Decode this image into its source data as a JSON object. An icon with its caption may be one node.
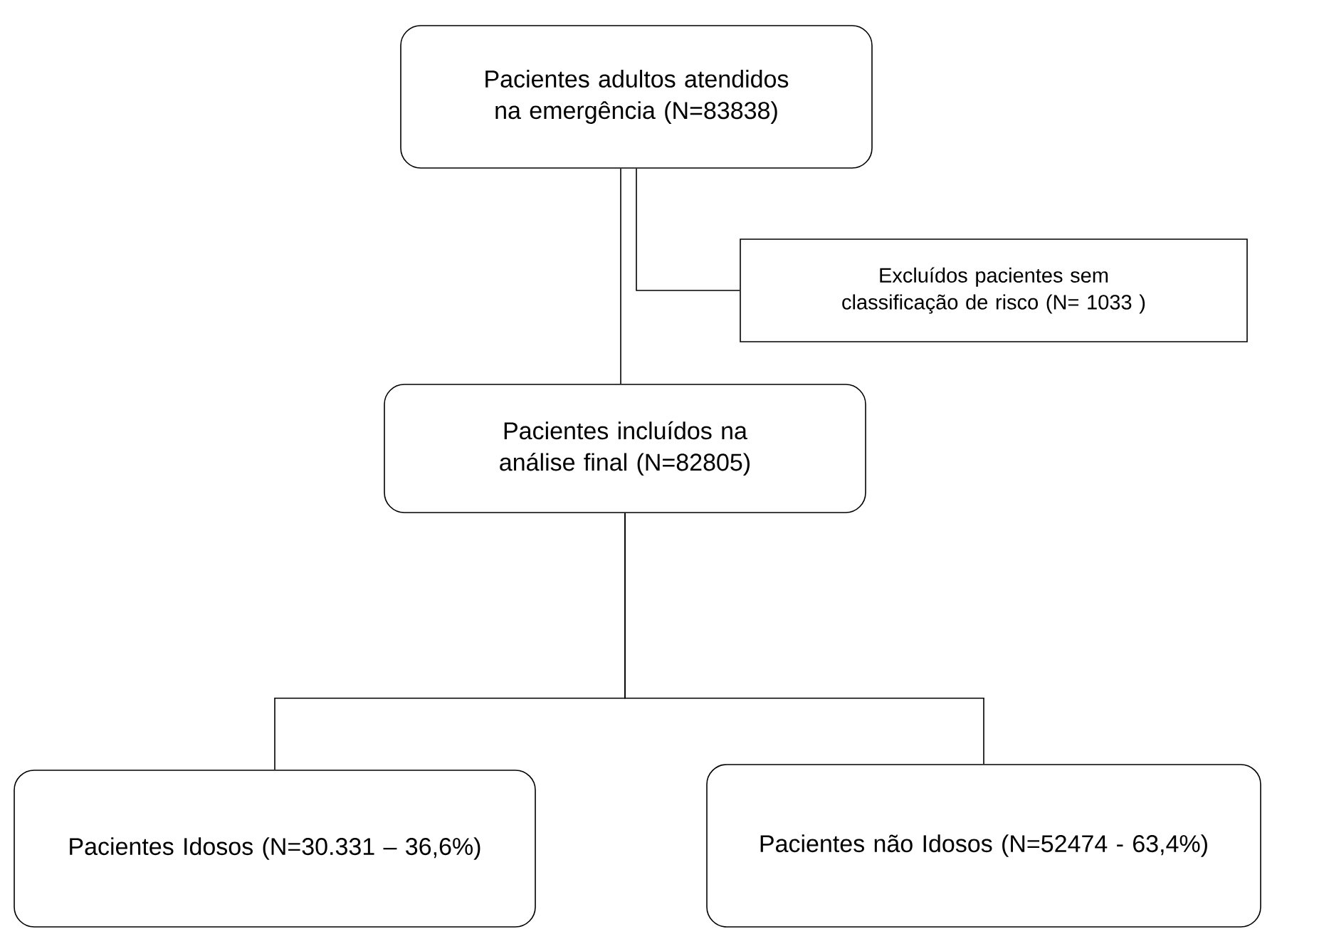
{
  "diagram": {
    "nodes": [
      {
        "text": [
          "Pacientes adultos atendidos na emergência (N=83838)"
        ]
      },
      {
        "text": [
          "Excluídos pacientes sem classificação de risco (N= 1033 )"
        ]
      },
      {
        "text": [
          "Pacientes incluídos na análise final (N=82805)"
        ]
      },
      {
        "text": [
          "Pacientes Idosos (N=30.331 – 36,6%)"
        ]
      },
      {
        "text": [
          "Pacientes não Idosos (N=52474 - 63,4%)"
        ]
      }
    ],
    "edges": [
      {
        "from": 0,
        "to": 2,
        "arrow": "none"
      },
      {
        "from": 0,
        "to": 1,
        "arrow": "none"
      },
      {
        "from": 2,
        "to": 3,
        "arrow": "none"
      },
      {
        "from": 2,
        "to": 4,
        "arrow": "none"
      }
    ]
  }
}
